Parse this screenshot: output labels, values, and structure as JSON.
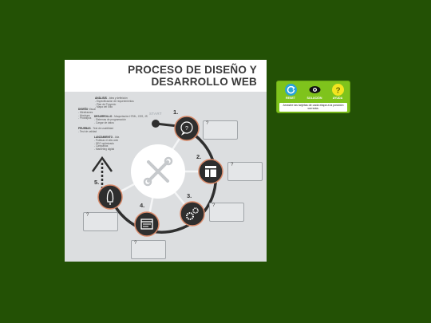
{
  "poster": {
    "title_line1": "PROCESO DE DISEÑO Y",
    "title_line2": "DESARROLLO WEB",
    "start_label": "START",
    "steps": [
      "1.",
      "2.",
      "3.",
      "4.",
      "5."
    ],
    "answer_placeholder": "?",
    "notes": [
      {
        "head": "ANÁLISIS",
        "body": "- Idea y definición\n- Especificación de requerimientos\n- Plan de Proyecto\n- Mapa del Sitio"
      },
      {
        "head": "DISEÑO",
        "body": "Visual\n- Wireframes\n- Mockups\n- Prototipos"
      },
      {
        "head": "DESARROLLO",
        "body": "- Maquetación HTML, CSS, JS\n- Sistemas de programación\n- Cargar de datos"
      },
      {
        "head": "PRUEBAS",
        "body": "- Test de usabilidad\n- Test de calidad"
      },
      {
        "head": "LANZAMIENTO",
        "body": "- Alta\n- Publicar el sitio web\n- SEO optimizado\n- Campañas\n- Marketing digital"
      }
    ]
  },
  "panel": {
    "reset_label": "RESET",
    "solution_label": "SOLUCIÓN",
    "help_label": "AYUDA",
    "instruction": "Arrastre las tarjetas de cada etapa a la posición correcta."
  },
  "colors": {
    "background": "#235105",
    "panel": "#7fc31c",
    "reset": "#2aa3d8",
    "solution": "#111111",
    "help": "#f2e520",
    "node_ring": "#d98a6a",
    "node_fill": "#2e2e2e"
  }
}
